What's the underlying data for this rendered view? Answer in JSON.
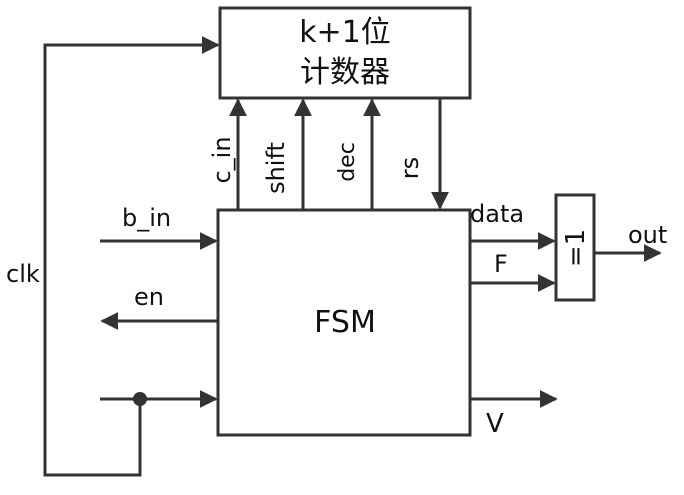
{
  "colors": {
    "line": "#333333",
    "text": "#111111",
    "background": "#ffffff"
  },
  "counter": {
    "line1": "k+1位",
    "line2": "计数器"
  },
  "fsm": {
    "label": "FSM"
  },
  "xor_gate": {
    "label": "=1"
  },
  "signals": {
    "c_in": "c_in",
    "shift": "shift",
    "dec": "dec",
    "rs": "rs",
    "b_in": "b_in",
    "en": "en",
    "clk": "clk",
    "data": "data",
    "f": "F",
    "v": "V",
    "out": "out"
  }
}
